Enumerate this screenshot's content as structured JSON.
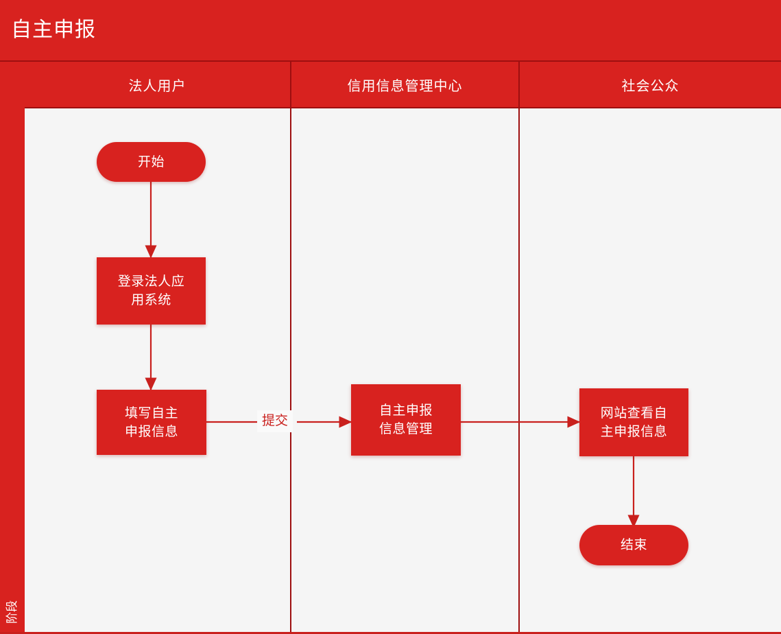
{
  "title": "自主申报",
  "phase": {
    "label": "阶段"
  },
  "colors": {
    "brand_red": "#D8221F",
    "border_red": "#9E0F10",
    "lane_bg": "#F5F5F5",
    "node_text": "#FFFFFF",
    "edge_line": "#C9201D",
    "edge_label_text": "#C9201D",
    "edge_label_bg": "#FAFAFA"
  },
  "lanes": [
    {
      "id": "lane-legal-user",
      "header": "法人用户"
    },
    {
      "id": "lane-credit-center",
      "header": "信用信息管理中心"
    },
    {
      "id": "lane-public",
      "header": "社会公众"
    }
  ],
  "nodes": [
    {
      "id": "start",
      "type": "terminator",
      "lane": "法人用户",
      "label": "开始"
    },
    {
      "id": "login-system",
      "type": "process",
      "lane": "法人用户",
      "label": "登录法人应\n用系统"
    },
    {
      "id": "fill-declaration",
      "type": "process",
      "lane": "法人用户",
      "label": "填写自主\n申报信息"
    },
    {
      "id": "manage-info",
      "type": "process",
      "lane": "信用信息管理中心",
      "label": "自主申报\n信息管理"
    },
    {
      "id": "view-website",
      "type": "process",
      "lane": "社会公众",
      "label": "网站查看自\n主申报信息"
    },
    {
      "id": "end",
      "type": "terminator",
      "lane": "社会公众",
      "label": "结束"
    }
  ],
  "edges": [
    {
      "id": "e1",
      "from": "start",
      "to": "login-system",
      "label": ""
    },
    {
      "id": "e2",
      "from": "login-system",
      "to": "fill-declaration",
      "label": ""
    },
    {
      "id": "e3",
      "from": "fill-declaration",
      "to": "manage-info",
      "label": "提交"
    },
    {
      "id": "e4",
      "from": "manage-info",
      "to": "view-website",
      "label": ""
    },
    {
      "id": "e5",
      "from": "view-website",
      "to": "end",
      "label": ""
    }
  ]
}
